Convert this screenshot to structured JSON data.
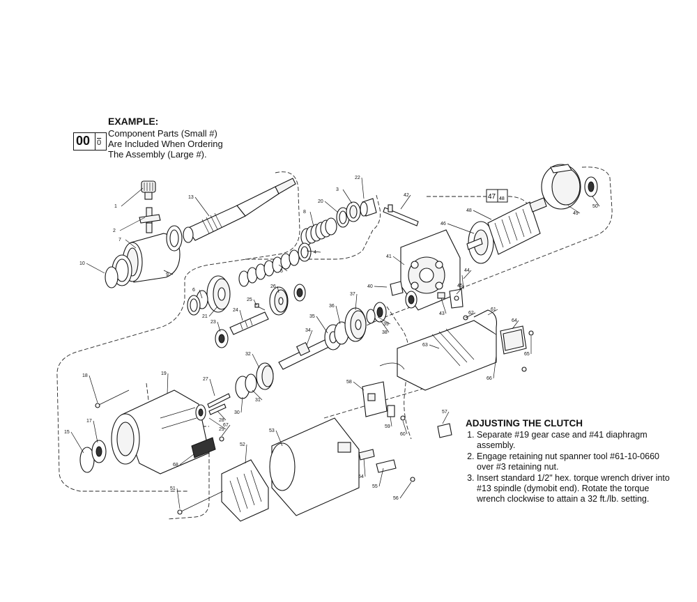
{
  "example": {
    "title": "EXAMPLE:",
    "box_large": "00",
    "box_small": "0",
    "lines": [
      "Component Parts (Small #)",
      "Are Included When Ordering",
      "The Assembly (Large #)."
    ]
  },
  "clutch": {
    "title": "ADJUSTING THE CLUTCH",
    "steps": [
      "Separate #19 gear case and #41 diaphragm assembly.",
      "Engage retaining nut spanner tool #61-10-0660 over #3 retaining nut.",
      "Insert standard 1/2\" hex. torque wrench driver into #13 spindle (dymobit end). Rotate the torque wrench clockwise to attain a 32 ft./lb. setting."
    ]
  },
  "assembly_box": {
    "large": "47",
    "small": "48"
  },
  "part_labels": [
    {
      "id": "1"
    },
    {
      "id": "2"
    },
    {
      "id": "3"
    },
    {
      "id": "4"
    },
    {
      "id": "5"
    },
    {
      "id": "6"
    },
    {
      "id": "7"
    },
    {
      "id": "8"
    },
    {
      "id": "9"
    },
    {
      "id": "10"
    },
    {
      "id": "13"
    },
    {
      "id": "15"
    },
    {
      "id": "17"
    },
    {
      "id": "18"
    },
    {
      "id": "19"
    },
    {
      "id": "20"
    },
    {
      "id": "21"
    },
    {
      "id": "22"
    },
    {
      "id": "23"
    },
    {
      "id": "24"
    },
    {
      "id": "25"
    },
    {
      "id": "26"
    },
    {
      "id": "27"
    },
    {
      "id": "28"
    },
    {
      "id": "29"
    },
    {
      "id": "30"
    },
    {
      "id": "31"
    },
    {
      "id": "32"
    },
    {
      "id": "34"
    },
    {
      "id": "35"
    },
    {
      "id": "36"
    },
    {
      "id": "37"
    },
    {
      "id": "38"
    },
    {
      "id": "39"
    },
    {
      "id": "40"
    },
    {
      "id": "41"
    },
    {
      "id": "42"
    },
    {
      "id": "43"
    },
    {
      "id": "44"
    },
    {
      "id": "45"
    },
    {
      "id": "46"
    },
    {
      "id": "48"
    },
    {
      "id": "49"
    },
    {
      "id": "50"
    },
    {
      "id": "51"
    },
    {
      "id": "52"
    },
    {
      "id": "53"
    },
    {
      "id": "54"
    },
    {
      "id": "55"
    },
    {
      "id": "56"
    },
    {
      "id": "57"
    },
    {
      "id": "58"
    },
    {
      "id": "59"
    },
    {
      "id": "60"
    },
    {
      "id": "61"
    },
    {
      "id": "62"
    },
    {
      "id": "63"
    },
    {
      "id": "64"
    },
    {
      "id": "65"
    },
    {
      "id": "66"
    },
    {
      "id": "67"
    },
    {
      "id": "68"
    }
  ]
}
